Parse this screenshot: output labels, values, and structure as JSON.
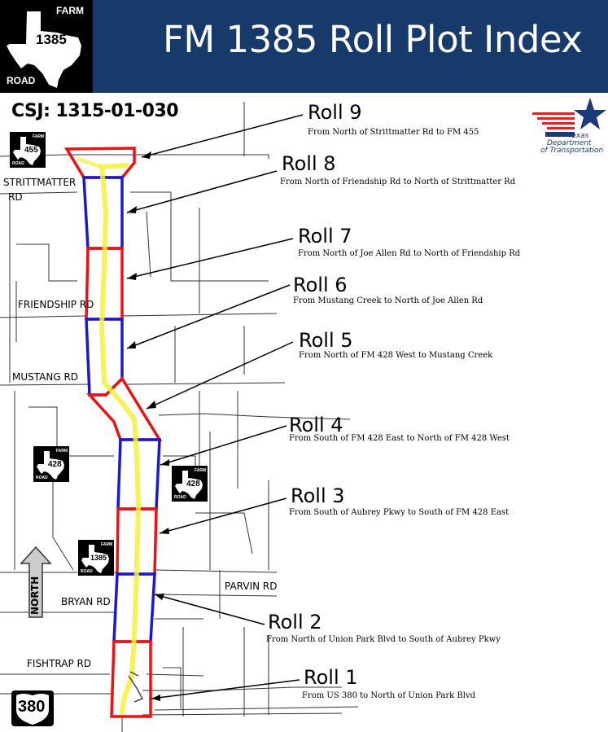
{
  "header": {
    "title": "FM 1385 Roll Plot Index",
    "logo": {
      "top_label": "FARM",
      "bottom_label": "ROAD",
      "route": "1385",
      "icon": "farm-road-shield-icon"
    }
  },
  "csj": "CSJ: 1315-01-030",
  "agency": {
    "line1": "Texas",
    "line2": "Department",
    "line3": "of Transportation",
    "icon": "txdot-star-logo-icon"
  },
  "rolls": [
    {
      "title": "Roll 9",
      "description": "From North of Strittmatter Rd to FM 455"
    },
    {
      "title": "Roll 8",
      "description": "From North of Friendship Rd to North of Strittmatter Rd"
    },
    {
      "title": "Roll 7",
      "description": "From North of Joe Allen Rd to North of Friendship Rd"
    },
    {
      "title": "Roll 6",
      "description": "From Mustang Creek to North of Joe Allen Rd"
    },
    {
      "title": "Roll 5",
      "description": "From North of FM 428 West to Mustang Creek"
    },
    {
      "title": "Roll 4",
      "description": "From South of FM 428 East to North of FM 428 West"
    },
    {
      "title": "Roll 3",
      "description": "From South of Aubrey Pkwy to South of FM 428 East"
    },
    {
      "title": "Roll 2",
      "description": "From North of Union Park Blvd to South of Aubrey Pkwy"
    },
    {
      "title": "Roll 1",
      "description": "From US 380 to North of Union Park Blvd"
    }
  ],
  "road_labels": {
    "strittmatter_line1": "STRITTMATTER",
    "strittmatter_line2": "RD",
    "friendship": "FRIENDSHIP RD",
    "mustang": "MUSTANG RD",
    "parvin": "PARVIN RD",
    "bryan": "BRYAN RD",
    "fishtrap": "FISHTRAP RD"
  },
  "shields": {
    "fm455": {
      "top": "FARM",
      "bottom": "ROAD",
      "route": "455"
    },
    "fm428_west": {
      "top": "FARM",
      "bottom": "ROAD",
      "route": "428"
    },
    "fm428_east": {
      "top": "FARM",
      "bottom": "ROAD",
      "route": "428"
    },
    "fm1385": {
      "top": "FARM",
      "bottom": "ROAD",
      "route": "1385"
    },
    "us380": {
      "route": "380"
    }
  },
  "north_arrow": {
    "label": "NORTH",
    "icon": "north-arrow-icon"
  },
  "colors": {
    "header_bg": "#173a6a",
    "segment_red": "#ee1111",
    "segment_blue": "#1a1acc",
    "route_yellow": "#f5f03a",
    "txdot_red": "#d9262b",
    "txdot_blue": "#1a3a7a"
  }
}
